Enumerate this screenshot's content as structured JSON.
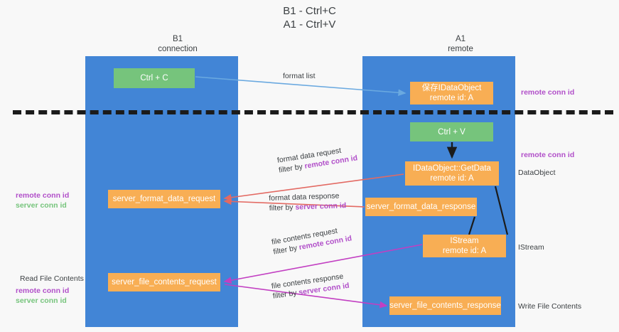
{
  "title": {
    "line1": "B1 - Ctrl+C",
    "line2": "A1 - Ctrl+V"
  },
  "columns": [
    {
      "name": "B1",
      "role": "connection",
      "color": "#4285d6"
    },
    {
      "name": "A1",
      "role": "remote",
      "color": "#4285d6"
    }
  ],
  "nodes": {
    "ctrl_c": "Ctrl + C",
    "idataobject": "保存IDataObject",
    "idataobject_sub": "remote id: A",
    "ctrl_v": "Ctrl + V",
    "getdata": "IDataObject::GetData",
    "getdata_sub": "remote id: A",
    "server_format_data_request": "server_format_data_request",
    "server_format_data_response": "server_format_data_response",
    "istream": "IStream",
    "istream_sub": "remote id: A",
    "server_file_contents_request": "server_file_contents_request",
    "server_file_contents_response": "server_file_contents_response"
  },
  "edges": {
    "format_list": "format list",
    "format_data_request": "format data request",
    "format_data_request_filter_prefix": "filter by ",
    "format_data_request_filter_key": "remote conn id",
    "format_data_response": "format data response",
    "format_data_response_filter_prefix": "filter by ",
    "format_data_response_filter_key": "server conn id",
    "file_contents_request": "file contents request",
    "file_contents_request_filter_prefix": "filter by ",
    "file_contents_request_filter_key": "remote conn id",
    "file_contents_response": "file contents response",
    "file_contents_response_filter_prefix": "filter by ",
    "file_contents_response_filter_key": "server conn id"
  },
  "annotations": {
    "right_remote_conn_id_top": "remote conn id",
    "right_remote_conn_id_mid": "remote conn id",
    "right_dataobject": "DataObject",
    "right_istream": "IStream",
    "right_write_file_contents": "Write File Contents",
    "left_remote_conn_id_mid": "remote conn id",
    "left_server_conn_id_mid": "server conn id",
    "left_read_file_contents": "Read File Contents",
    "left_remote_conn_id_bottom": "remote conn id",
    "left_server_conn_id_bottom": "server conn id"
  },
  "colors": {
    "lane": "#4285d6",
    "green_node": "#76c47c",
    "orange_node": "#f8ae54",
    "purple_key": "#b14fc9",
    "green_key": "#76c47c",
    "blue_arrow": "#6aa9e0",
    "red_arrow": "#e36a63",
    "magenta_arrow": "#c23fc2",
    "black_arrow": "#1b1b1b",
    "background": "#f8f8f8"
  }
}
